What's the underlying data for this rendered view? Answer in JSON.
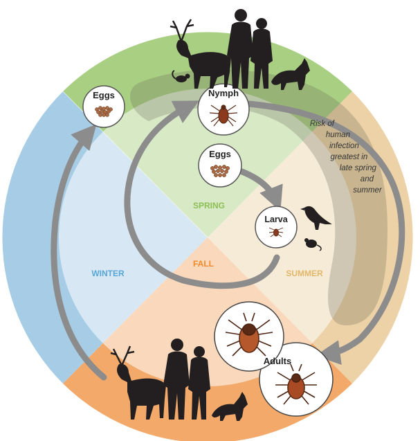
{
  "title": "",
  "seasons": {
    "spring": "SPRING",
    "summer": "SUMMER",
    "fall": "FALL",
    "winter": "WINTER"
  },
  "stages": {
    "eggs_winter": "Eggs",
    "eggs_spring": "Eggs",
    "nymph": "Nymph",
    "larva": "Larva",
    "adults": "Adults"
  },
  "risk_note": [
    "Risk of",
    "human",
    "infection",
    "greatest in",
    "late spring",
    "and",
    "summer"
  ],
  "colors": {
    "spring": "#a9cf82",
    "summer": "#ecd2a6",
    "fall": "#f2a96a",
    "winter": "#a7cde6",
    "spring_text": "#8dbf55",
    "summer_text": "#e2b86a",
    "fall_text": "#f08a2a",
    "winter_text": "#58a6d6",
    "arrow": "#8c8c8c",
    "silhouette": "#231f20",
    "tick_body": "#8b3a1e"
  },
  "icons": [
    "deer-icon",
    "couple-icon",
    "fox-icon",
    "chipmunk-icon",
    "bird-icon",
    "mouse-icon",
    "tick-icon",
    "egg-cluster-icon"
  ]
}
